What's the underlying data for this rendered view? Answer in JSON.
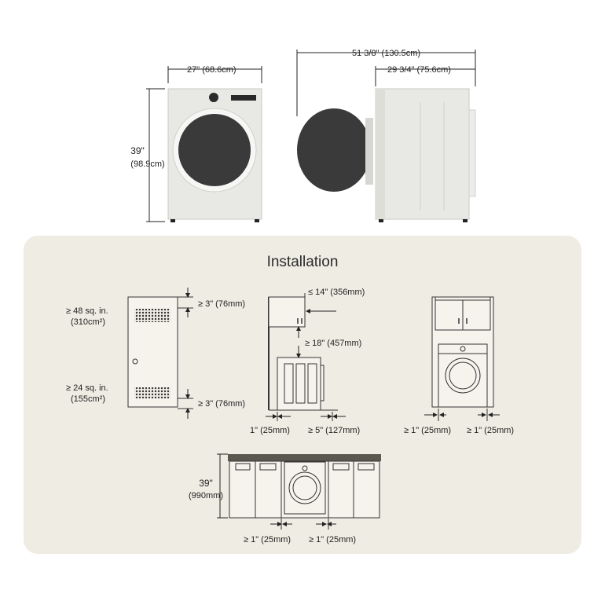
{
  "top": {
    "width_label": "27\" (68.6cm)",
    "height_label_1": "39\"",
    "height_label_2": "(98.9cm)",
    "depth_open_label": "51 3/8\" (130.5cm)",
    "depth_label": "29 3/4\" (75.6cm)"
  },
  "installation": {
    "title": "Installation",
    "vent": {
      "top_area_1": "≥ 48 sq. in.",
      "top_area_2": "(310cm²)",
      "bottom_area_1": "≥ 24 sq. in.",
      "bottom_area_2": "(155cm²)",
      "top_gap": "≥ 3\" (76mm)",
      "bottom_gap": "≥ 3\" (76mm)"
    },
    "side": {
      "cabinet_depth": "≤ 14\" (356mm)",
      "cabinet_gap": "≥ 18\" (457mm)",
      "rear_gap": "1\" (25mm)",
      "front_gap": "≥ 5\" (127mm)"
    },
    "closet": {
      "left_gap": "≥ 1\" (25mm)",
      "right_gap": "≥ 1\" (25mm)"
    },
    "undercounter": {
      "height_1": "39\"",
      "height_2": "(990mm)",
      "left_gap": "≥ 1\" (25mm)",
      "right_gap": "≥ 1\" (25mm)"
    }
  },
  "colors": {
    "panel": "#efece3",
    "appliance": "#e8e8e5",
    "door": "#3a3a3a",
    "line": "#333333"
  }
}
